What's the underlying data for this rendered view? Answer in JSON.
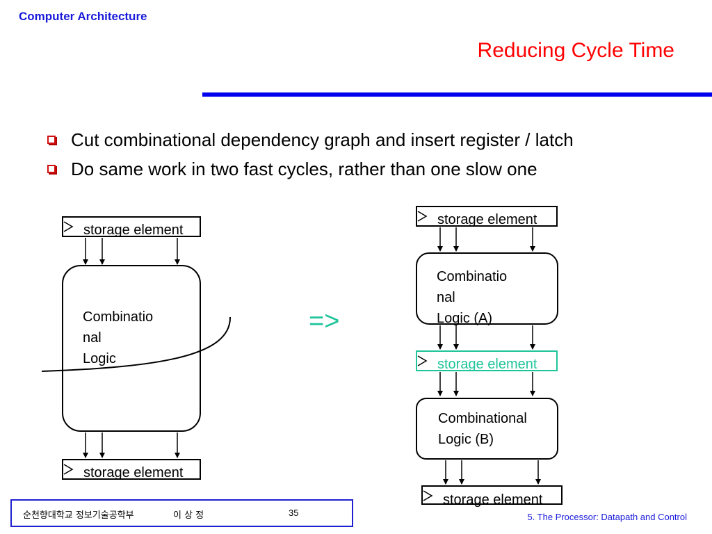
{
  "header": {
    "course": "Computer Architecture",
    "title": "Reducing Cycle Time"
  },
  "bullets": [
    "Cut combinational dependency graph and insert register / latch",
    "Do same work in two fast cycles, rather than one slow one"
  ],
  "diagram": {
    "left": {
      "top_storage": "storage element",
      "logic_line1": "Combinatio",
      "logic_line2": "nal",
      "logic_line3": "Logic",
      "bottom_storage": "storage element"
    },
    "arrow": "=>",
    "right": {
      "top_storage": "storage element",
      "logic_a_line1": "Combinatio",
      "logic_a_line2": "nal",
      "logic_a_line3": "Logic (A)",
      "mid_storage": "storage element",
      "logic_b_line1": "Combinational",
      "logic_b_line2": "Logic (B)",
      "bottom_storage": "storage element"
    },
    "colors": {
      "highlight": "#1ec49a",
      "title": "#ff0000",
      "blue": "#0000ee"
    }
  },
  "footer": {
    "school": "순천향대학교 정보기술공학부",
    "author": "이 상 정",
    "page": "35",
    "chapter": "5. The Processor: Datapath and Control"
  }
}
